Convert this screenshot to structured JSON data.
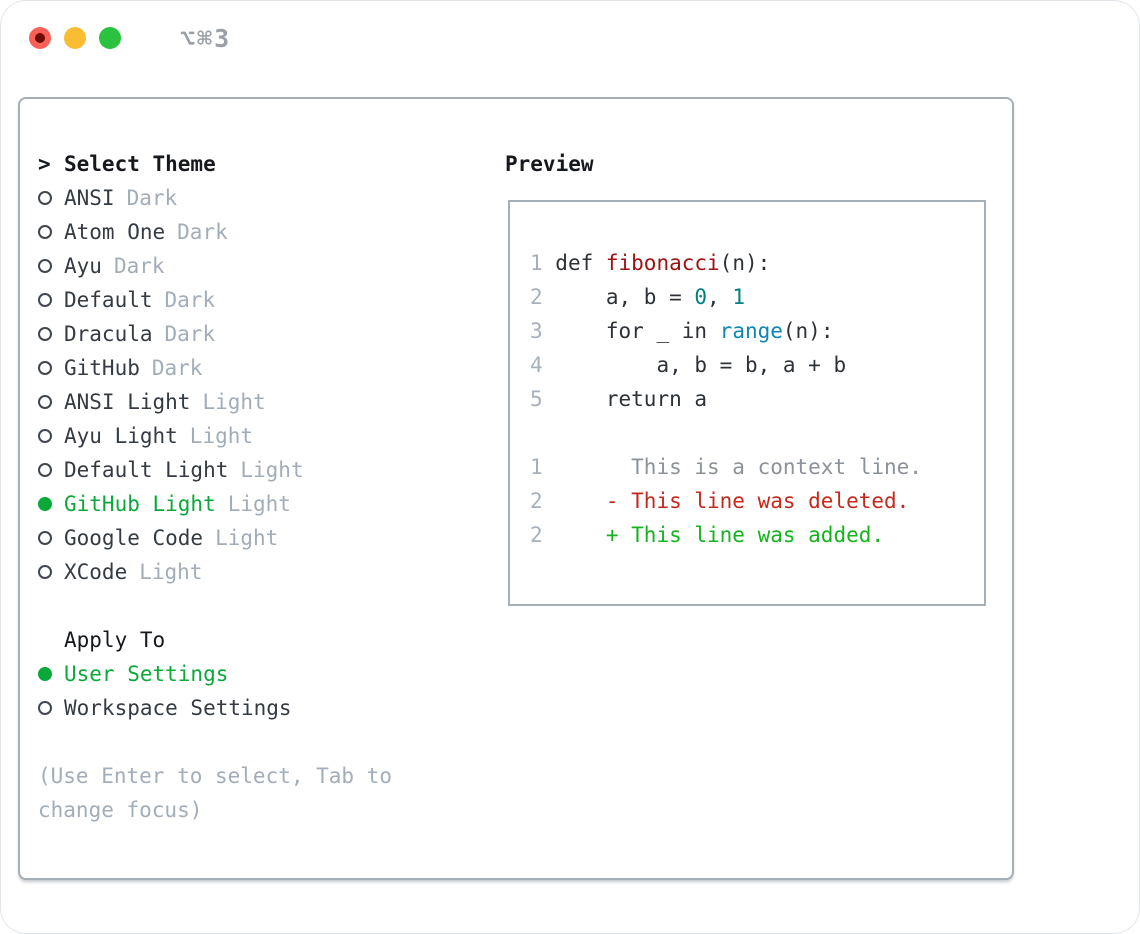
{
  "window": {
    "title": "⌥⌘3",
    "traffic_lights": [
      "close",
      "minimize",
      "zoom"
    ]
  },
  "theme_picker": {
    "header": {
      "prompt": ">",
      "label": "Select Theme"
    },
    "items": [
      {
        "name": "ANSI",
        "variant": "Dark",
        "selected": false
      },
      {
        "name": "Atom One",
        "variant": "Dark",
        "selected": false
      },
      {
        "name": "Ayu",
        "variant": "Dark",
        "selected": false
      },
      {
        "name": "Default",
        "variant": "Dark",
        "selected": false
      },
      {
        "name": "Dracula",
        "variant": "Dark",
        "selected": false
      },
      {
        "name": "GitHub",
        "variant": "Dark",
        "selected": false
      },
      {
        "name": "ANSI Light",
        "variant": "Light",
        "selected": false
      },
      {
        "name": "Ayu Light",
        "variant": "Light",
        "selected": false
      },
      {
        "name": "Default Light",
        "variant": "Light",
        "selected": false
      },
      {
        "name": "GitHub Light",
        "variant": "Light",
        "selected": true
      },
      {
        "name": "Google Code",
        "variant": "Light",
        "selected": false
      },
      {
        "name": "XCode",
        "variant": "Light",
        "selected": false
      }
    ],
    "apply_to": {
      "label": "Apply To",
      "options": [
        {
          "name": "User Settings",
          "selected": true
        },
        {
          "name": "Workspace Settings",
          "selected": false
        }
      ]
    },
    "hint_lines": [
      "(Use Enter to select, Tab to",
      "change focus)"
    ]
  },
  "preview": {
    "title": "Preview",
    "code_lines": [
      [
        [
          "num",
          "1"
        ],
        [
          "plain",
          " def "
        ],
        [
          "fn",
          "fibonacci"
        ],
        [
          "plain",
          "(n):"
        ]
      ],
      [
        [
          "num",
          "2"
        ],
        [
          "plain",
          "     a, b = "
        ],
        [
          "number",
          "0"
        ],
        [
          "plain",
          ", "
        ],
        [
          "number",
          "1"
        ]
      ],
      [
        [
          "num",
          "3"
        ],
        [
          "plain",
          "     for _ in "
        ],
        [
          "builtin",
          "range"
        ],
        [
          "plain",
          "(n):"
        ]
      ],
      [
        [
          "num",
          "4"
        ],
        [
          "plain",
          "         a, b = b, a + b"
        ]
      ],
      [
        [
          "num",
          "5"
        ],
        [
          "plain",
          "     return a"
        ]
      ],
      [],
      [
        [
          "num",
          "1"
        ],
        [
          "ctx",
          "       This is a context line."
        ]
      ],
      [
        [
          "num",
          "2"
        ],
        [
          "del",
          "     - This line was deleted."
        ]
      ],
      [
        [
          "num",
          "2"
        ],
        [
          "add",
          "     + This line was added."
        ]
      ]
    ]
  },
  "colors": {
    "selected_green": "#0ba93a",
    "added_green": "#15b31e",
    "deleted_red": "#c4291d",
    "function_red": "#9d1212",
    "number_teal": "#008080",
    "builtin_blue": "#0c86b5",
    "muted_gray": "#a2adb9",
    "border_gray": "#a6aeb6",
    "traffic_red": "#f96057",
    "traffic_yellow": "#f9bd33",
    "traffic_green": "#2bc240"
  }
}
